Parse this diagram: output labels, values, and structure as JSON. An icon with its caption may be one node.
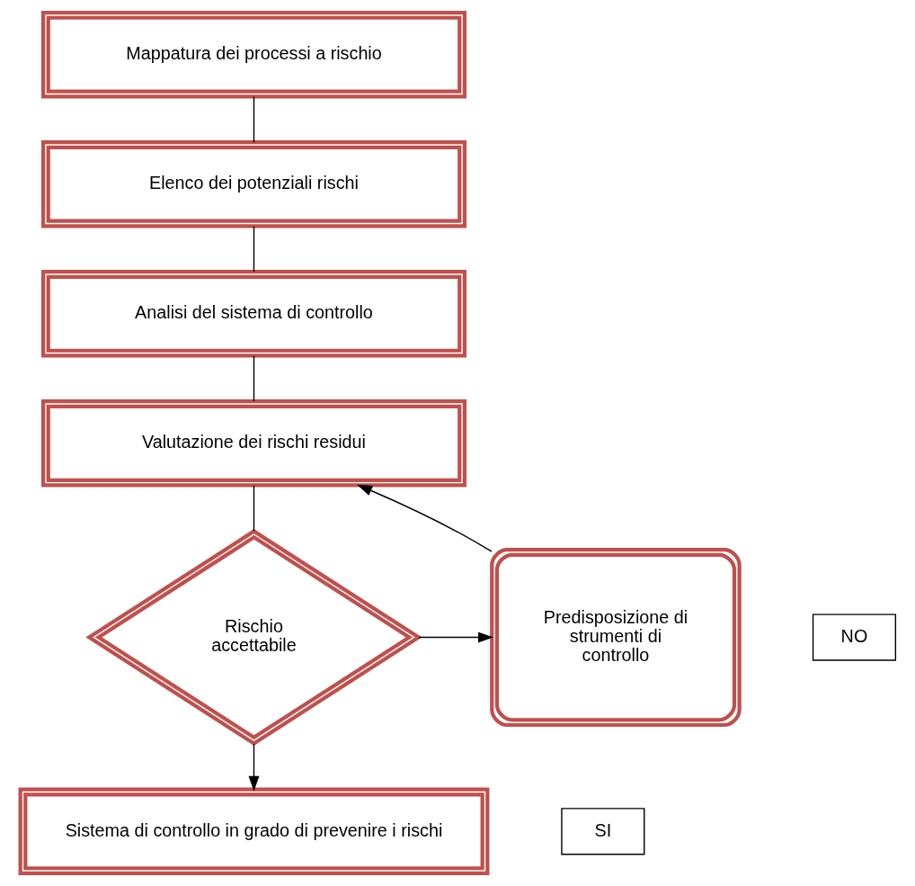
{
  "diagram": {
    "nodes": [
      {
        "text": [
          "Mappatura dei processi a rischio"
        ]
      },
      {
        "text": [
          "Elenco dei potenziali rischi"
        ]
      },
      {
        "text": [
          "Analisi del sistema di controllo"
        ]
      },
      {
        "text": [
          "Valutazione dei rischi residui"
        ]
      },
      {
        "text": [
          "Rischio accettabile"
        ]
      },
      {
        "text": [
          "Predisposizione di strumenti di controllo"
        ]
      },
      {
        "text": [
          "Sistema di controllo in grado di prevenire i rischi"
        ]
      },
      {
        "text": [
          "NO"
        ]
      },
      {
        "text": [
          "SI"
        ]
      }
    ],
    "edges": [
      {
        "from": 0,
        "to": 1,
        "arrow": "none"
      },
      {
        "from": 1,
        "to": 2,
        "arrow": "none"
      },
      {
        "from": 2,
        "to": 3,
        "arrow": "none"
      },
      {
        "from": 3,
        "to": 4,
        "arrow": "none"
      },
      {
        "from": 4,
        "to": 5,
        "arrow": "to"
      },
      {
        "from": 5,
        "to": 3,
        "arrow": "to"
      },
      {
        "from": 4,
        "to": 6,
        "arrow": "to"
      }
    ]
  }
}
